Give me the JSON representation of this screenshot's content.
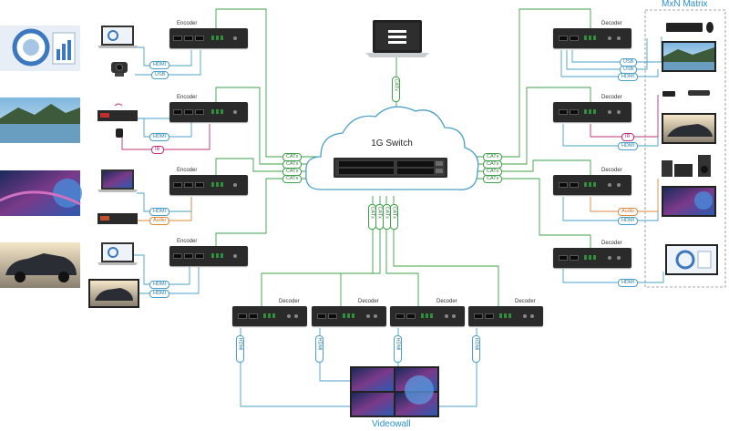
{
  "switch_label": "1G Switch",
  "matrix_label": "MxN Matrix",
  "videowall_label": "Videowall",
  "encoder_label": "Encoder",
  "decoder_label": "Decoder",
  "tags": {
    "hdmi": "HDMI",
    "usb": "USB",
    "ir": "IR",
    "audio": "Audio",
    "catx": "CATx"
  },
  "colors": {
    "hdmi_line": "#4aa0c8",
    "catx_line": "#3ea04a",
    "ir_line": "#c2307a",
    "audio_line": "#e0883a",
    "label_blue": "#2d8fd0"
  }
}
